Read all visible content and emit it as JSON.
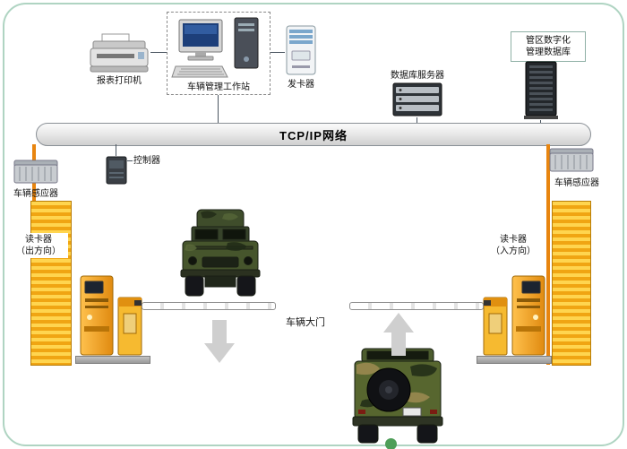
{
  "labels": {
    "printer": "报表打印机",
    "workstation": "车辆管理工作站",
    "card_issuer": "发卡器",
    "db_server": "数据库服务器",
    "district_db_line1": "管区数字化",
    "district_db_line2": "管理数据库",
    "network": "TCP/IP网络",
    "controller": "控制器",
    "sensor_left": "车辆感应器",
    "sensor_right": "车辆感应器",
    "reader_out_line1": "读卡器",
    "reader_out_line2": "（出方向）",
    "reader_in_line1": "读卡器",
    "reader_in_line2": "（入方向）",
    "gate": "车辆大门"
  },
  "colors": {
    "frame_green": "#afd4c2",
    "line_orange": "#e8850f",
    "wall_yellow": "#ffd54f",
    "wall_orange": "#f0a513",
    "arrow_gray": "#cfcfcf",
    "connector_gray": "#4a5560",
    "network_border": "#8a9096"
  }
}
